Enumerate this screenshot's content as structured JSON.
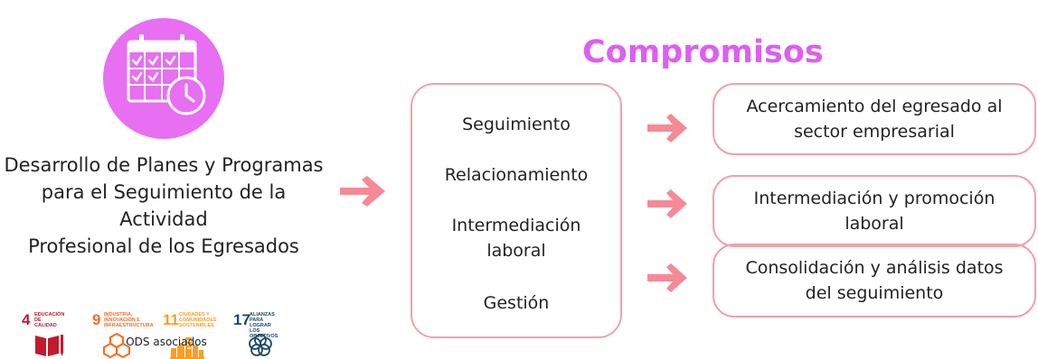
{
  "main": {
    "line1": "Desarrollo de Planes y Programas",
    "line2": "para el Seguimiento de la Actividad",
    "line3": "Profesional de los Egresados"
  },
  "title": "Compromisos",
  "left_items": [
    "Seguimiento",
    "Relacionamiento",
    "Intermediación",
    "laboral",
    "Gestión"
  ],
  "right_boxes": [
    {
      "line1": "Acercamiento del egresado al",
      "line2": "sector empresarial"
    },
    {
      "line1": "Intermediación y promoción",
      "line2": "laboral"
    },
    {
      "line1": "Consolidación  y análisis datos",
      "line2": "del seguimiento"
    }
  ],
  "sdgs": [
    {
      "number": "4",
      "label1": "EDUCACIÓN",
      "label2": "DE CALIDAD",
      "label3": "",
      "color": "#c5192d",
      "icon": "book-pencil-icon"
    },
    {
      "number": "9",
      "label1": "INDUSTRIA,",
      "label2": "INNOVACIÓN E",
      "label3": "INFRAESTRUCTURA",
      "color": "#fd6925",
      "icon": "cubes-icon"
    },
    {
      "number": "11",
      "label1": "CIUDADES Y",
      "label2": "COMUNIDADES",
      "label3": "SOSTENIBLES",
      "color": "#fd9d24",
      "icon": "city-icon"
    },
    {
      "number": "17",
      "label1": "ALIANZAS PARA",
      "label2": "LOGRAR",
      "label3": "LOS OBJETIVOS",
      "color": "#19486a",
      "icon": "flower-rings-icon"
    }
  ],
  "ods_caption": "ODS asociados",
  "colors": {
    "accent_purple": "#e86ef2",
    "title_purple": "#dd5ff0",
    "arrow_pink": "#f48a96",
    "box_border": "#f2a0a8"
  }
}
